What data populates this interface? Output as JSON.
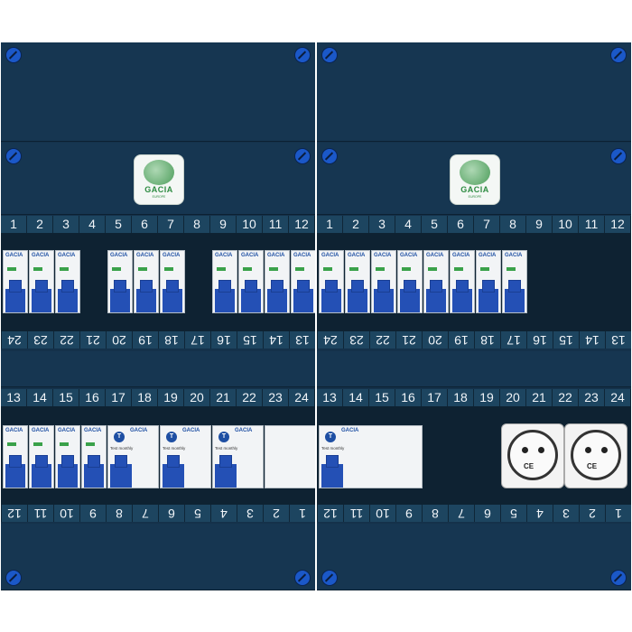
{
  "panels": [
    {
      "id": "left",
      "brand": "GACIA",
      "brand_sub": "EUROPE",
      "top_row_labels": [
        "1",
        "2",
        "3",
        "4",
        "5",
        "6",
        "7",
        "8",
        "9",
        "10",
        "11",
        "12"
      ],
      "mid_row_labels_flipped": [
        "24",
        "23",
        "22",
        "21",
        "20",
        "19",
        "18",
        "17",
        "16",
        "15",
        "14",
        "13"
      ],
      "second_row_labels": [
        "13",
        "14",
        "15",
        "16",
        "17",
        "18",
        "19",
        "20",
        "21",
        "22",
        "23",
        "24"
      ],
      "bottom_row_labels_flipped": [
        "12",
        "11",
        "10",
        "9",
        "8",
        "7",
        "6",
        "5",
        "4",
        "3",
        "2",
        "1"
      ],
      "breaker_brand": "GACIA",
      "rcd_label": "Test monthly",
      "rcd_test": "T"
    },
    {
      "id": "right",
      "brand": "GACIA",
      "brand_sub": "EUROPE",
      "top_row_labels": [
        "1",
        "2",
        "3",
        "4",
        "5",
        "6",
        "7",
        "8",
        "9",
        "10",
        "11",
        "12"
      ],
      "mid_row_labels_flipped": [
        "24",
        "23",
        "22",
        "21",
        "20",
        "19",
        "18",
        "17",
        "16",
        "15",
        "14",
        "13"
      ],
      "second_row_labels": [
        "13",
        "14",
        "15",
        "16",
        "17",
        "18",
        "19",
        "20",
        "21",
        "22",
        "23",
        "24"
      ],
      "bottom_row_labels_flipped": [
        "12",
        "11",
        "10",
        "9",
        "8",
        "7",
        "6",
        "5",
        "4",
        "3",
        "2",
        "1"
      ],
      "breaker_brand": "GACIA",
      "rcd_label": "Test monthly",
      "rcd_test": "T",
      "socket_mark": "CE"
    }
  ],
  "colors": {
    "panel": "#14314a",
    "breaker_handle": "#2450b5",
    "brand_green": "#2d8b41",
    "screw": "#1b58c8"
  }
}
